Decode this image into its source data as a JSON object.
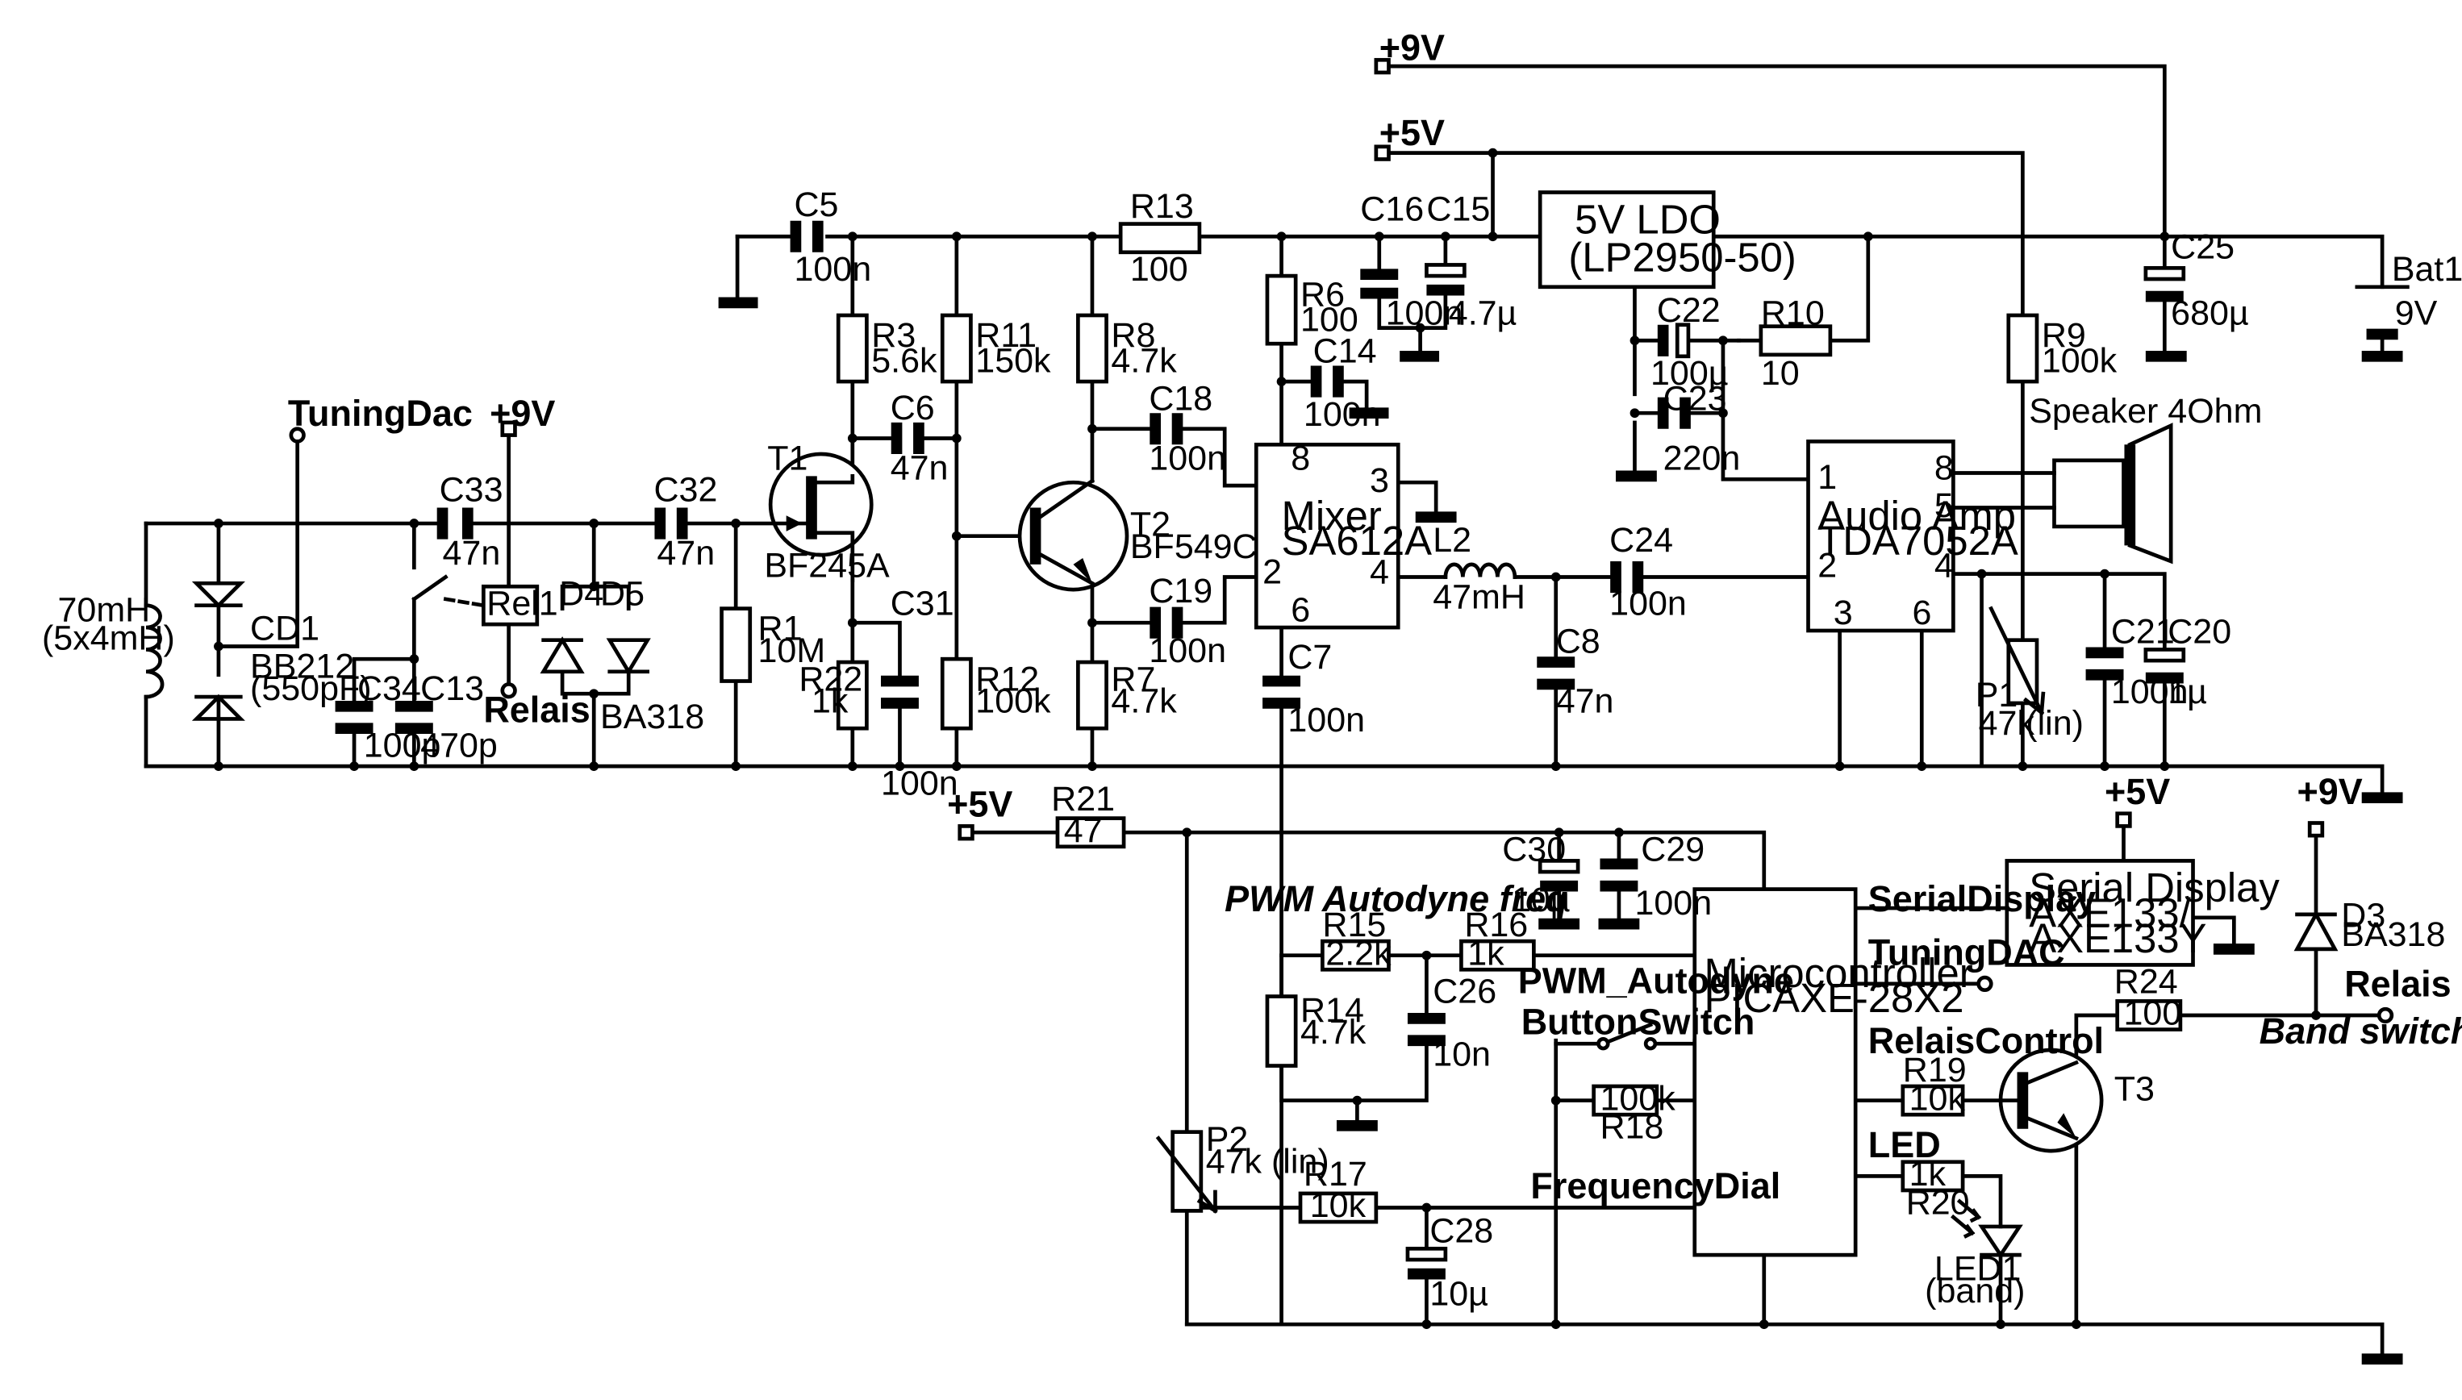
{
  "labels": {
    "vp9_top": "+9V",
    "vp5_top": "+5V",
    "c5": "C5",
    "c5v": "100n",
    "r13": "R13",
    "r13v": "100",
    "c16": "C16",
    "c16v": "100n",
    "c15": "C15",
    "c15v": "4.7µ",
    "ldo1": "5V LDO",
    "ldo2": "(LP2950-50)",
    "c25": "C25",
    "c25v": "680µ",
    "bat": "Bat1",
    "batv": "9V",
    "r3": "R3",
    "r3v": "5.6k",
    "r11": "R11",
    "r11v": "150k",
    "r8": "R8",
    "r8v": "4.7k",
    "r6": "R6",
    "r6v": "100",
    "c14": "C14",
    "c14v": "100n",
    "c22": "C22",
    "c22v": "100µ",
    "r10": "R10",
    "r10v": "10",
    "c23": "C23",
    "c23v": "220n",
    "r9": "R9",
    "r9v": "100k",
    "tuningdac": "TuningDac",
    "vp9_relay": "+9V",
    "c6": "C6",
    "c6v": "47n",
    "c18": "C18",
    "c18v": "100n",
    "speaker": "Speaker 4Ohm",
    "t1": "T1",
    "t1v": "BF245A",
    "t2": "T2",
    "t2v": "BF549C",
    "c33": "C33",
    "c33v": "47n",
    "c32": "C32",
    "c32v": "47n",
    "rel1": "Rel1",
    "relais": "Relais",
    "d4": "D4",
    "d5": "D5",
    "ba318": "BA318",
    "l70": "70mH",
    "l70b": "(5x4mH)",
    "cd1": "CD1",
    "bb212": "BB212",
    "bb212v": "(550pF)",
    "c34": "C34",
    "c34v": "100p",
    "c13": "C13",
    "c13v": "470p",
    "r1": "R1",
    "r1v": "10M",
    "r22": "R22",
    "r22v": "1k",
    "c31": "C31",
    "c31v": "100n",
    "r12": "R12",
    "r12v": "100k",
    "r7": "R7",
    "r7v": "4.7k",
    "c19": "C19",
    "c19v": "100n",
    "mixer1": "Mixer",
    "mixer2": "SA612A",
    "l2": "L2",
    "l2v": "47mH",
    "c24": "C24",
    "c24v": "100n",
    "c8": "C8",
    "c8v": "47n",
    "c7": "C7",
    "c7v": "100n",
    "amp1": "Audio Amp",
    "amp2": "TDA7052A",
    "c21": "C21",
    "c21v": "100n",
    "c20": "C20",
    "c20v": "1µ",
    "p1": "P1",
    "p1v": "47k",
    "p1lin": "(lin)",
    "vp5_mcu": "+5V",
    "r21": "R21",
    "r21v": "47",
    "c30": "C30",
    "c30v": "10µ",
    "c29": "C29",
    "c29v": "100n",
    "pwm_freq": "PWM Autodyne freq",
    "r15": "R15",
    "r15v": "2.2k",
    "r16": "R16",
    "r16v": "1k",
    "c26": "C26",
    "c26v": "10n",
    "r14": "R14",
    "r14v": "4.7k",
    "pwm_autodyne": "PWM_Autodyne",
    "buttonswitch": "ButtonSwitch",
    "r18v": "100k",
    "r18": "R18",
    "p2": "P2",
    "p2v": "47k (lin)",
    "r17": "R17",
    "r17v": "10k",
    "c28": "C28",
    "c28v": "10µ",
    "frequencydial": "FrequencyDial",
    "mcu1": "Microcontroller",
    "mcu2": "PICAXE-28X2",
    "serialdisplay": "SerialDisplay",
    "tuningdac2": "TuningDAC",
    "relaiscontrol": "RelaisControl",
    "led": "LED",
    "r19v": "10k",
    "r19": "R19",
    "r20v": "1k",
    "r20": "R20",
    "led1": "LED1",
    "led1b": "(band)",
    "vp5_disp": "+5V",
    "disp1": "Serial  Display",
    "disp2": "AXE133/",
    "disp3": "AXE133Y",
    "r24": "R24",
    "r24v": "100",
    "t3": "T3",
    "vp9_d3": "+9V",
    "d3": "D3",
    "d3v": "BA318",
    "relais2": "Relais",
    "bandswitch": "Band switch",
    "pin8": "8",
    "pin3": "3",
    "pin2": "2",
    "pin4": "4",
    "pin6": "6",
    "apin1": "1",
    "apin8": "8",
    "apin5": "5",
    "apin2": "2",
    "apin4": "4",
    "apin3": "3",
    "apin6": "6"
  }
}
